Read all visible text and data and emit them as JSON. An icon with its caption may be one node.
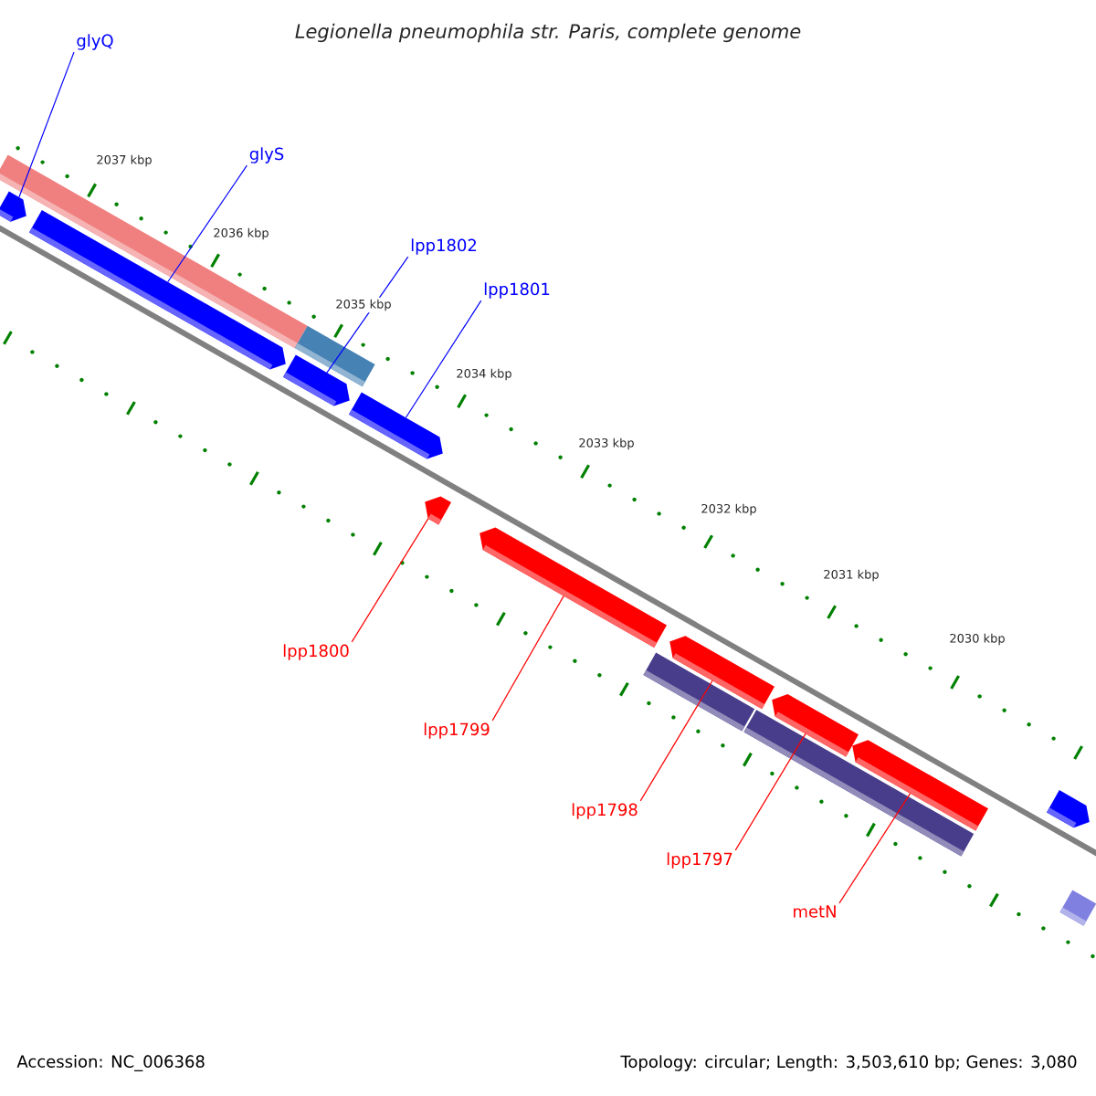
{
  "diagram": {
    "title": "Legionella pneumophila str. Paris, complete genome",
    "nodes": [
      {
        "text": [
          "glyQ"
        ]
      },
      {
        "text": [
          "glyS"
        ]
      },
      {
        "text": [
          "lpp1802"
        ]
      },
      {
        "text": [
          "lpp1801"
        ]
      },
      {
        "text": [
          "lpp1800"
        ]
      },
      {
        "text": [
          "lpp1799"
        ]
      },
      {
        "text": [
          "lpp1798"
        ]
      },
      {
        "text": [
          "lpp1797"
        ]
      },
      {
        "text": [
          "metN"
        ]
      },
      {
        "text": [],
        "shape": "arrow"
      },
      {
        "text": [],
        "shape": "bar"
      },
      {
        "text": [],
        "shape": "arrow"
      },
      {
        "text": [],
        "shape": "bar"
      },
      {
        "text": [],
        "shape": "arrow"
      },
      {
        "text": [],
        "shape": "arrow"
      },
      {
        "text": [],
        "shape": "arrow"
      },
      {
        "text": [],
        "shape": "arrow"
      },
      {
        "text": [],
        "shape": "bar"
      },
      {
        "text": [],
        "shape": "arrow"
      },
      {
        "text": [],
        "shape": "bar"
      },
      {
        "text": [],
        "shape": "arrow"
      },
      {
        "text": [],
        "shape": "arrow"
      },
      {
        "text": [],
        "shape": "arrow"
      },
      {
        "text": [],
        "shape": "bar"
      }
    ],
    "edges": [
      {
        "from": 0,
        "to": 9,
        "arrow": "none",
        "color": "#0000ff"
      },
      {
        "from": 1,
        "to": 11,
        "arrow": "none",
        "color": "#0000ff"
      },
      {
        "from": 2,
        "to": 13,
        "arrow": "none",
        "color": "#0000ff"
      },
      {
        "from": 3,
        "to": 14,
        "arrow": "none",
        "color": "#0000ff"
      },
      {
        "from": 4,
        "to": 15,
        "arrow": "none"
      },
      {
        "from": 5,
        "to": 16,
        "arrow": "none"
      },
      {
        "from": 6,
        "to": 18,
        "arrow": "none"
      },
      {
        "from": 7,
        "to": 20,
        "arrow": "none"
      },
      {
        "from": 8,
        "to": 21,
        "arrow": "none"
      }
    ],
    "labels": [
      "2037 kbp",
      "2036 kbp",
      "2035 kbp",
      "2034 kbp",
      "2033 kbp",
      "2032 kbp",
      "2031 kbp",
      "2030 kbp",
      "Accession: NC_006368",
      "Topology: circular; Length: 3,503,610 bp; Genes: 3,080"
    ]
  }
}
